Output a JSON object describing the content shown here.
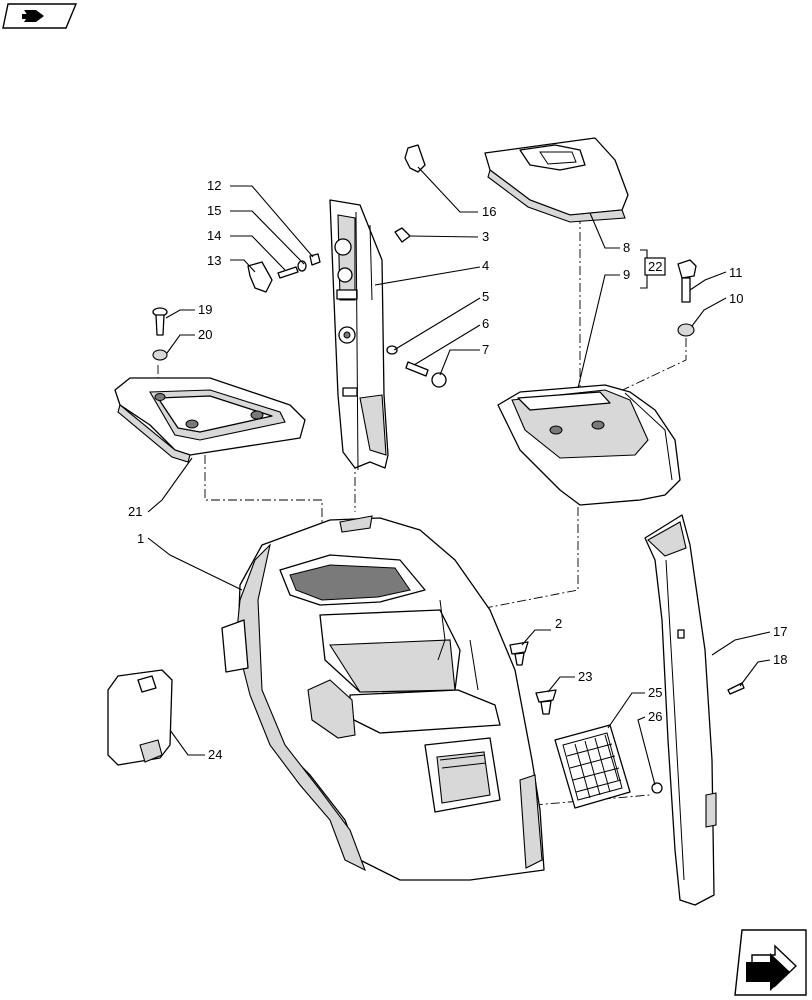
{
  "callouts": [
    "1",
    "2",
    "3",
    "4",
    "5",
    "6",
    "7",
    "8",
    "9",
    "10",
    "11",
    "12",
    "13",
    "14",
    "15",
    "16",
    "17",
    "18",
    "19",
    "20",
    "21",
    "22",
    "23",
    "24",
    "25",
    "26"
  ],
  "icons": {
    "top_left": "previous-page-arrow-icon",
    "bottom_right": "next-page-arrow-icon"
  }
}
